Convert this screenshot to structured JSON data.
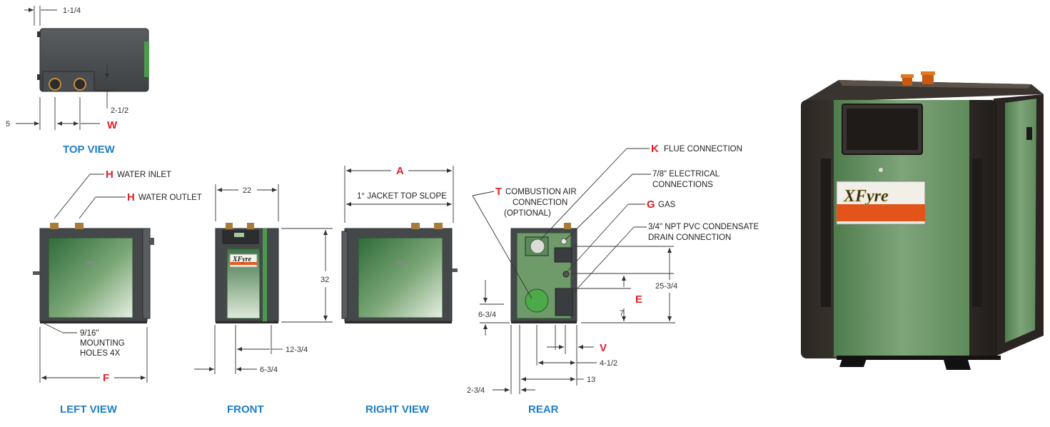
{
  "views": {
    "top": "TOP VIEW",
    "left": "LEFT VIEW",
    "front": "FRONT",
    "right": "RIGHT VIEW",
    "rear": "REAR"
  },
  "keys": {
    "h": "H",
    "w": "W",
    "f": "F",
    "a": "A",
    "t": "T",
    "k": "K",
    "g": "G",
    "e": "E",
    "v": "V"
  },
  "labels": {
    "water_inlet": "WATER INLET",
    "water_outlet": "WATER OUTLET",
    "mounting_1": "9/16\"",
    "mounting_2": "MOUNTING",
    "mounting_3": "HOLES 4X",
    "jacket_slope": "1° JACKET TOP SLOPE",
    "combustion_1": "COMBUSTION AIR",
    "combustion_2": "CONNECTION",
    "combustion_3": "(OPTIONAL)",
    "flue": "FLUE CONNECTION",
    "electrical_1": "7/8\" ELECTRICAL",
    "electrical_2": "CONNECTIONS",
    "gas": "GAS",
    "drain_1": "3/4\" NPT PVC CONDENSATE",
    "drain_2": "DRAIN CONNECTION"
  },
  "dimensions": {
    "d1": "1-1/4",
    "d2": "2-1/2",
    "d3": "5",
    "d4": "22",
    "d5": "32",
    "d6": "12-3/4",
    "d7": "6-3/4",
    "d8": "6-3/4",
    "d9": "7",
    "d10": "25-3/4",
    "d11": "4-1/2",
    "d12": "13",
    "d13": "2-3/4"
  },
  "brand": {
    "logo": "XFyre"
  },
  "colors": {
    "jacket_green": "#6f9a6a",
    "frame_gray": "#4a4d50",
    "key_red": "#e0202a",
    "view_blue": "#1f7ec9"
  }
}
